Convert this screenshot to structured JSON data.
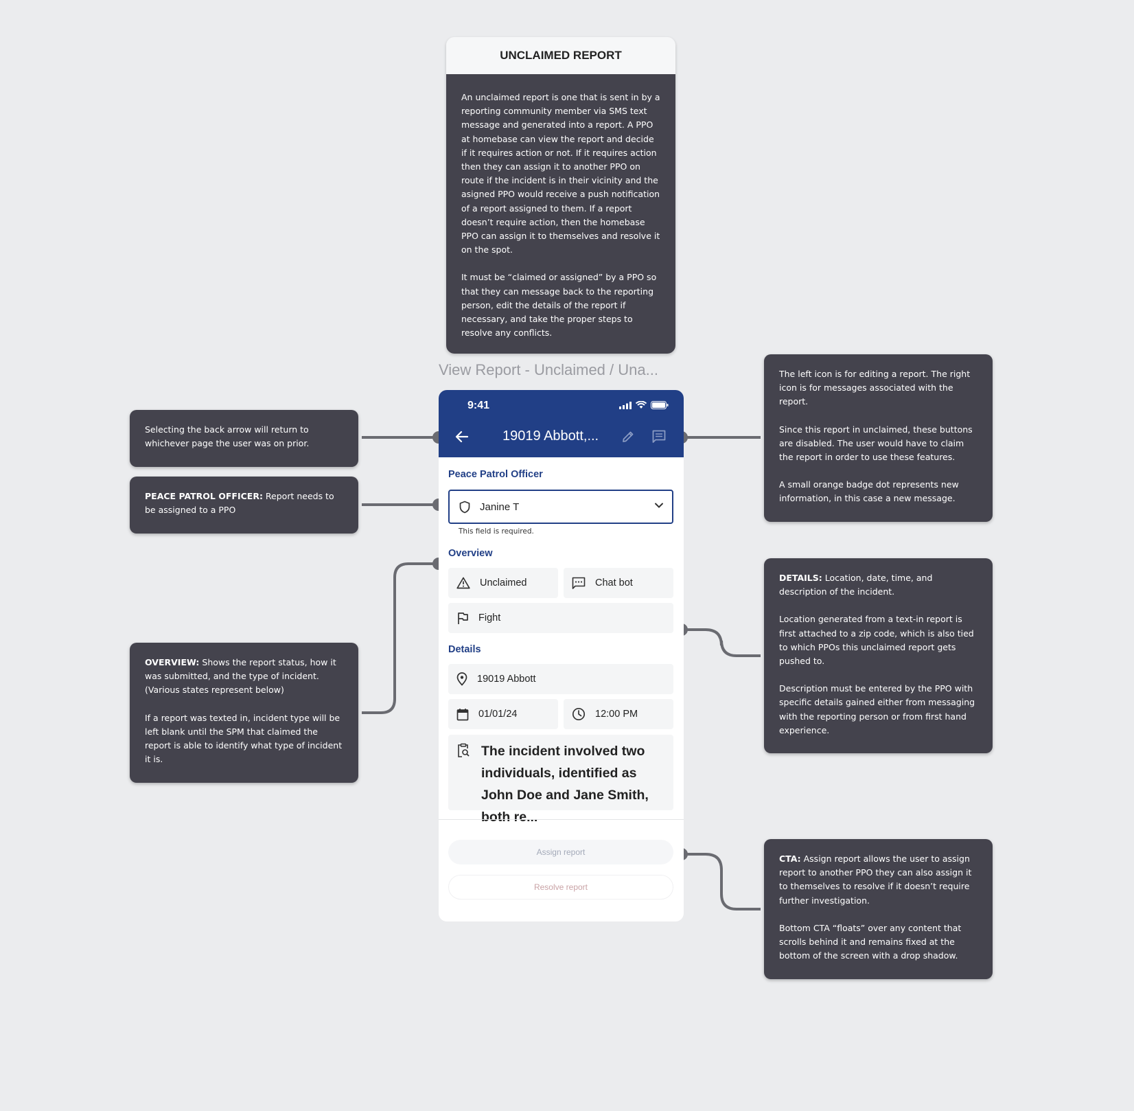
{
  "info_card": {
    "title": "UNCLAIMED REPORT",
    "para1": "An unclaimed report is one that is sent in by a reporting community member via SMS text message and generated into a report. A PPO at homebase can view the report and decide if it requires action or not. If it requires action then they can assign it to another PPO on route if the incident is in their vicinity and the asigned PPO would receive a push notification of a report assigned to them. If a report doesn’t require action, then the homebase PPO can assign it to themselves and resolve it on the spot.",
    "para2": "It must be “claimed or assigned” by a PPO so that they can message back to the reporting person, edit the details of the report if necessary, and take the proper steps to resolve any conflicts."
  },
  "frame_title": "View Report - Unclaimed / Una...",
  "status_bar": {
    "time": "9:41"
  },
  "app_bar": {
    "title": "19019 Abbott,..."
  },
  "ppo": {
    "label": "Peace Patrol Officer",
    "value": "Janine T",
    "helper": "This field is required."
  },
  "overview": {
    "label": "Overview",
    "status": "Unclaimed",
    "source": "Chat bot",
    "incident_type": "Fight"
  },
  "details": {
    "label": "Details",
    "location": "19019 Abbott",
    "date": "01/01/24",
    "time": "12:00 PM",
    "description": "The incident involved two individuals, identified as John Doe and Jane Smith, both re..."
  },
  "cta": {
    "assign": "Assign report",
    "resolve": "Resolve report"
  },
  "notes": {
    "back": "Selecting the back arrow will return to whichever page the user was on prior.",
    "ppo_bold": "PEACE PATROL OFFICER:",
    "ppo_text": " Report needs to be assigned to a PPO",
    "overview_bold": "OVERVIEW:",
    "overview_text": " Shows the report status, how it was submitted, and the type of incident. (Various states represent below)",
    "overview_p2": "If a report was texted in, incident type will be left blank until the SPM that claimed the report is able to identify what type of incident it is.",
    "icons_p1": "The left icon is for editing a report. The right icon is for messages associated with the report.",
    "icons_p2": "Since this report in unclaimed, these buttons are disabled. The user would have to claim the report in order to use these features.",
    "icons_p3": "A small orange badge dot represents new information, in this case a new message.",
    "details_bold": "DETAILS:",
    "details_text": " Location, date, time, and description of the incident.",
    "details_p2": "Location generated from a text-in report is first attached to a zip code, which is also tied to which PPOs this unclaimed report gets pushed to.",
    "details_p3": "Description must be entered by the PPO with specific details gained either from messaging with the reporting person or from first hand experience.",
    "cta_bold": "CTA:",
    "cta_text": " Assign report allows the user to assign report to another PPO they can also assign it to themselves to resolve if it doesn’t require further investigation.",
    "cta_p2": "Bottom CTA “floats” over any content that scrolls behind it and remains fixed at the bottom of the screen with a drop shadow."
  },
  "colors": {
    "primary": "#213f86",
    "note_bg": "#44434d",
    "canvas_bg": "#ebecee"
  },
  "icons": [
    "back-arrow-icon",
    "edit-icon",
    "message-icon",
    "shield-icon",
    "chevron-down-icon",
    "warning-icon",
    "chat-icon",
    "flag-icon",
    "location-pin-icon",
    "calendar-icon",
    "clock-icon",
    "clipboard-search-icon"
  ]
}
